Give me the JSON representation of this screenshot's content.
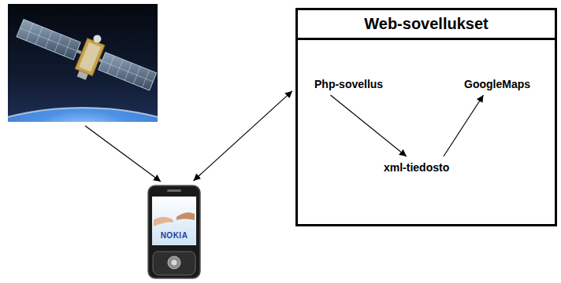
{
  "diagram": {
    "nodes": [
      {
        "text": [
          "Web-sovellukset"
        ]
      },
      {
        "text": [
          "Php-sovellus"
        ],
        "in": 0
      },
      {
        "text": [
          "GoogleMaps"
        ],
        "in": 0
      },
      {
        "text": [
          "xml-tiedosto"
        ],
        "in": 0
      },
      {
        "text": [
          "NOKIA"
        ]
      }
    ],
    "edges": [
      {
        "from": 1,
        "to": 3,
        "arrow": "to"
      },
      {
        "from": 3,
        "to": 2,
        "arrow": "to"
      },
      {
        "from": 4,
        "to": 0,
        "arrow": "both"
      }
    ]
  }
}
